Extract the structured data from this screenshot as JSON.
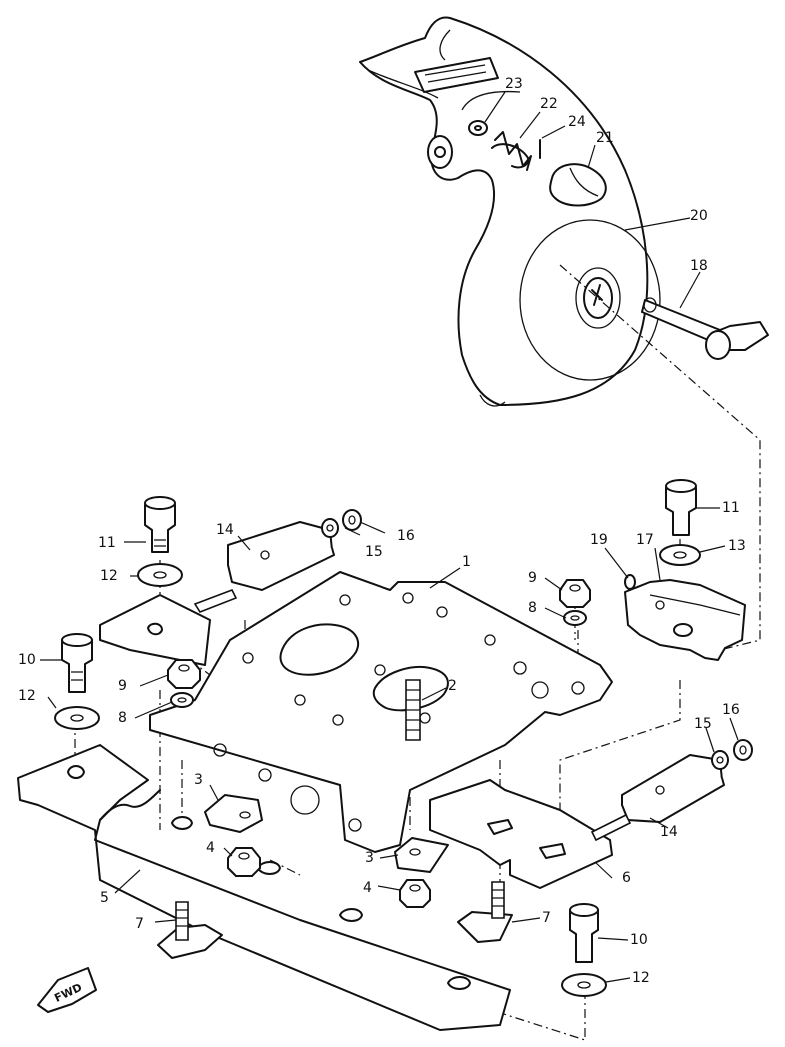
{
  "callouts": [
    {
      "id": "c1",
      "text": "1"
    },
    {
      "id": "c2",
      "text": "2"
    },
    {
      "id": "c3a",
      "text": "3"
    },
    {
      "id": "c3b",
      "text": "3"
    },
    {
      "id": "c4a",
      "text": "4"
    },
    {
      "id": "c4b",
      "text": "4"
    },
    {
      "id": "c5",
      "text": "5"
    },
    {
      "id": "c6",
      "text": "6"
    },
    {
      "id": "c7a",
      "text": "7"
    },
    {
      "id": "c7b",
      "text": "7"
    },
    {
      "id": "c8a",
      "text": "8"
    },
    {
      "id": "c8b",
      "text": "8"
    },
    {
      "id": "c9a",
      "text": "9"
    },
    {
      "id": "c9b",
      "text": "9"
    },
    {
      "id": "c10a",
      "text": "10"
    },
    {
      "id": "c10b",
      "text": "10"
    },
    {
      "id": "c11a",
      "text": "11"
    },
    {
      "id": "c11b",
      "text": "11"
    },
    {
      "id": "c12a",
      "text": "12"
    },
    {
      "id": "c12b",
      "text": "12"
    },
    {
      "id": "c12c",
      "text": "12"
    },
    {
      "id": "c13",
      "text": "13"
    },
    {
      "id": "c14a",
      "text": "14"
    },
    {
      "id": "c14b",
      "text": "14"
    },
    {
      "id": "c15a",
      "text": "15"
    },
    {
      "id": "c15b",
      "text": "15"
    },
    {
      "id": "c16a",
      "text": "16"
    },
    {
      "id": "c16b",
      "text": "16"
    },
    {
      "id": "c17",
      "text": "17"
    },
    {
      "id": "c18",
      "text": "18"
    },
    {
      "id": "c19",
      "text": "19"
    },
    {
      "id": "c20",
      "text": "20"
    },
    {
      "id": "c21",
      "text": "21"
    },
    {
      "id": "c22",
      "text": "22"
    },
    {
      "id": "c23",
      "text": "23"
    },
    {
      "id": "c24",
      "text": "24"
    }
  ],
  "direction_marker": {
    "text": "FWD"
  }
}
